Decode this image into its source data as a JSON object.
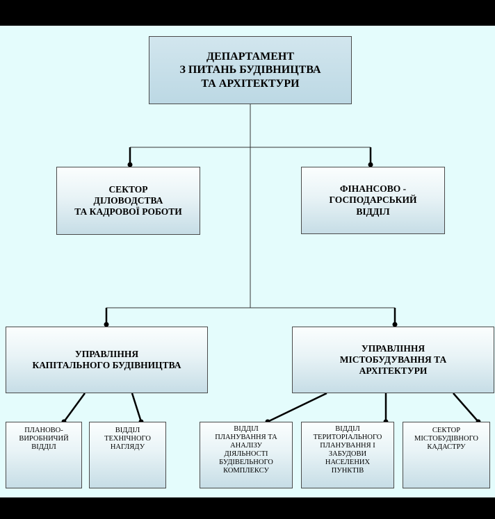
{
  "org_chart": {
    "head": "ДЕПАРТАМЕНТ\nЗ ПИТАНЬ БУДІВНИЦТВА\nТА АРХІТЕКТУРИ",
    "sector_records": "СЕКТОР\nДІЛОВОДСТВА\nТА КАДРОВОЇ РОБОТИ",
    "finance_dept": "ФІНАНСОВО -\nГОСПОДАРСЬКИЙ\nВІДДІЛ",
    "capital_mgmt": "УПРАВЛІННЯ\nКАПІТАЛЬНОГО БУДІВНИЦТВА",
    "urban_mgmt": "УПРАВЛІННЯ\nМІСТОБУДУВАННЯ ТА\nАРХІТЕКТУРИ",
    "planning_production": "ПЛАНОВО-\nВИРОБНИЧИЙ\nВІДДІЛ",
    "technical_supervision": "ВІДДІЛ\nТЕХНІЧНОГО\nНАГЛЯДУ",
    "analysis_dept": "ВІДДІЛ\nПЛАНУВАННЯ ТА\nАНАЛІЗУ\nДІЯЛЬНОСТІ\nБУДІВЕЛЬНОГО\nКОМПЛЕКСУ",
    "territorial_dept": "ВІДДІЛ\nТЕРИТОРІАЛЬНОГО\nПЛАНУВАННЯ І\nЗАБУДОВИ\nНАСЕЛЕНИХ\nПУНКТІВ",
    "cadastre_sector": "СЕКТОР\nМІСТОБУДІВНОГО\nКАДАСТРУ"
  }
}
